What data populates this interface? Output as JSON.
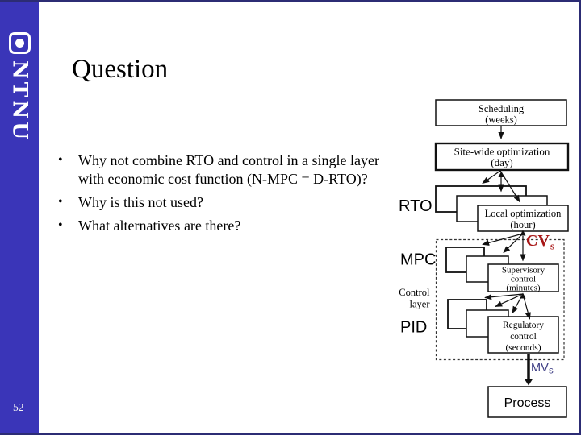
{
  "slide": {
    "title": "Question",
    "page_number": "52",
    "logo_text": "NTNU"
  },
  "bullets": {
    "marker": "•",
    "items": [
      "Why not combine RTO and control in a single layer with economic cost function (N-MPC = D-RTO)?",
      "Why is this not used?",
      "What alternatives are there?"
    ]
  },
  "diagram": {
    "boxes": {
      "scheduling": [
        "Scheduling",
        "(weeks)"
      ],
      "sitewide": [
        "Site-wide optimization",
        "(day)"
      ],
      "local": [
        "Local optimization",
        "(hour)"
      ],
      "supervisory": [
        "Supervisory",
        "control",
        "(minutes)"
      ],
      "regulatory": [
        "Regulatory",
        "control",
        "(seconds)"
      ],
      "process": "Process"
    },
    "labels": {
      "rto": "RTO",
      "mpc": "MPC",
      "pid": "PID",
      "control_layer": [
        "Control",
        "layer"
      ],
      "cv": "CV",
      "cv_sub": "s",
      "mv": "MV",
      "mv_sub": "s"
    },
    "colors": {
      "cv_red": "#a81717",
      "mv_blue": "#3f3f85",
      "sidebar_blue": "#3a35b8",
      "border_navy": "#2c2c74"
    }
  }
}
